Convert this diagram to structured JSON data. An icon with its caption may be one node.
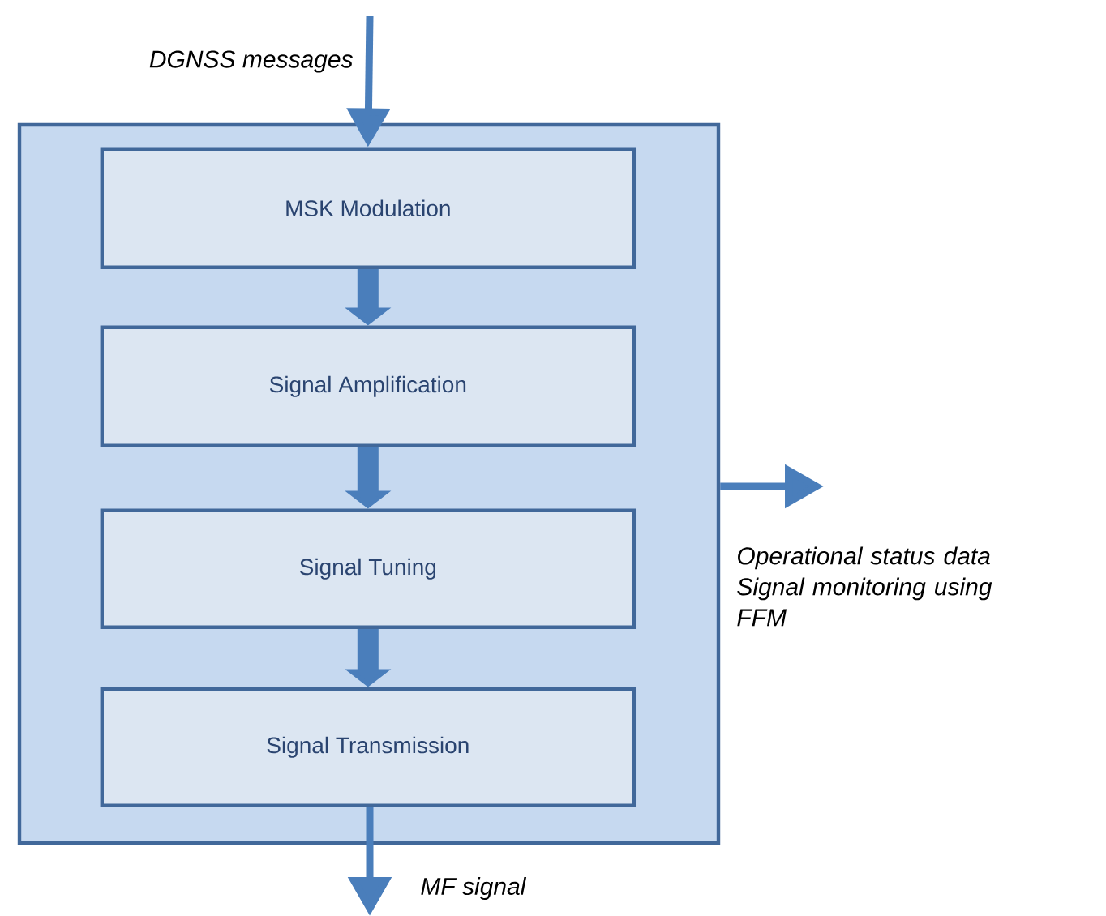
{
  "diagram": {
    "nodes": [
      {
        "text": [],
        "shape": "box"
      },
      {
        "text": [
          "MSK Modulation"
        ],
        "in": 0
      },
      {
        "text": [
          "Signal Amplification"
        ],
        "in": 0
      },
      {
        "text": [
          "Signal Tuning"
        ],
        "in": 0
      },
      {
        "text": [
          "Signal Transmission"
        ],
        "in": 0
      }
    ],
    "edges": [
      {
        "from": null,
        "to": 1,
        "arrow": "to",
        "label": "DGNSS messages"
      },
      {
        "from": 1,
        "to": 2,
        "arrow": "to",
        "style": "thick"
      },
      {
        "from": 2,
        "to": 3,
        "arrow": "to",
        "style": "thick"
      },
      {
        "from": 3,
        "to": 4,
        "arrow": "to",
        "style": "thick"
      },
      {
        "from": 4,
        "to": null,
        "arrow": "to",
        "label": "MF signal"
      },
      {
        "from": 0,
        "to": null,
        "arrow": "to",
        "label": "Operational status data Signal monitoring using FFM"
      }
    ]
  }
}
